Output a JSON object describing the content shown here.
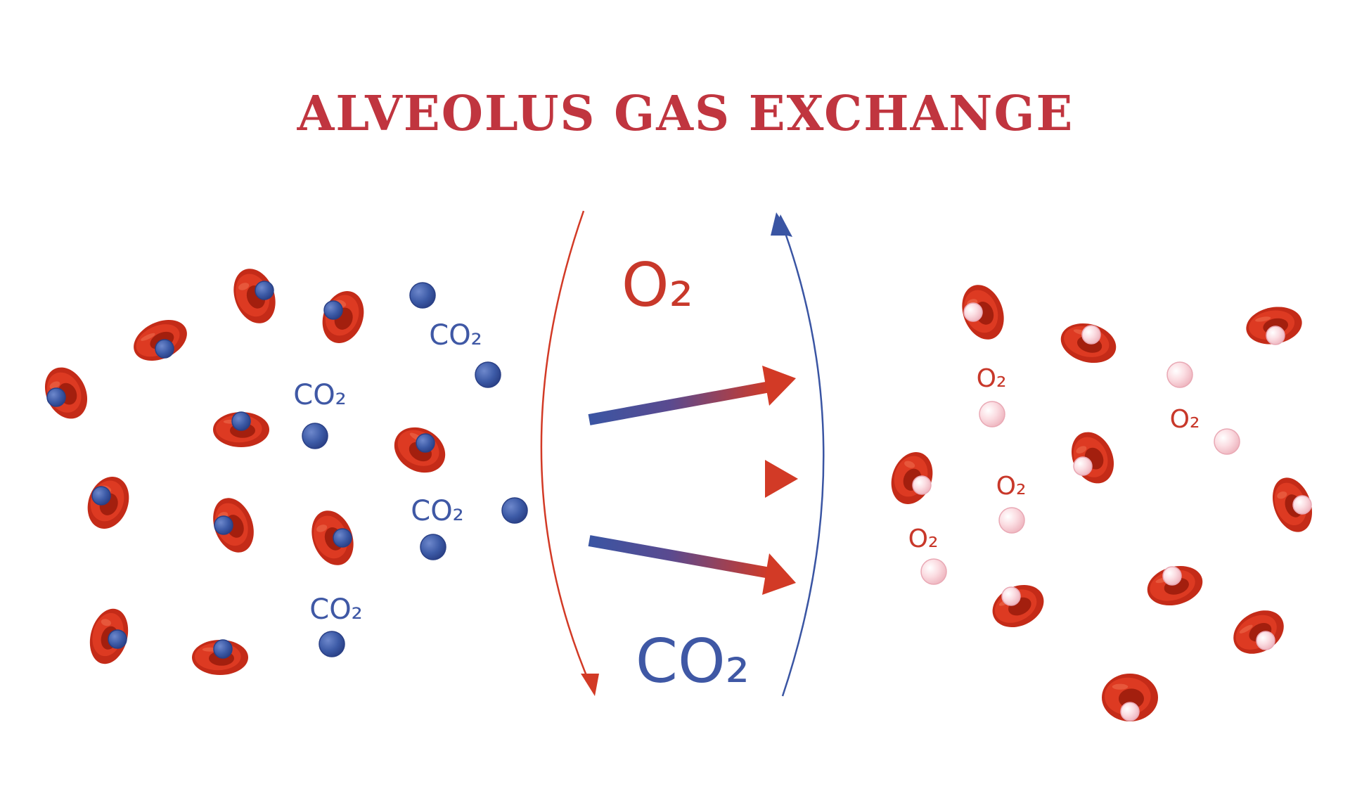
{
  "title": "ALVEOLUS GAS EXCHANGE",
  "labels": {
    "o2_big": "O₂",
    "co2_big": "CO₂",
    "co2_small": "CO₂",
    "o2_small": "O₂"
  },
  "colors": {
    "title": "#c0353f",
    "red_cell": "#d9331f",
    "red_cell_dark": "#a8200f",
    "co2_molecule": "#3c5aa6",
    "o2_molecule": "#f4c7cf",
    "co2_label": "#3f58a5",
    "o2_label": "#c8382a",
    "arrow_red": "#d23a26",
    "arrow_blue": "#3a55a3"
  }
}
